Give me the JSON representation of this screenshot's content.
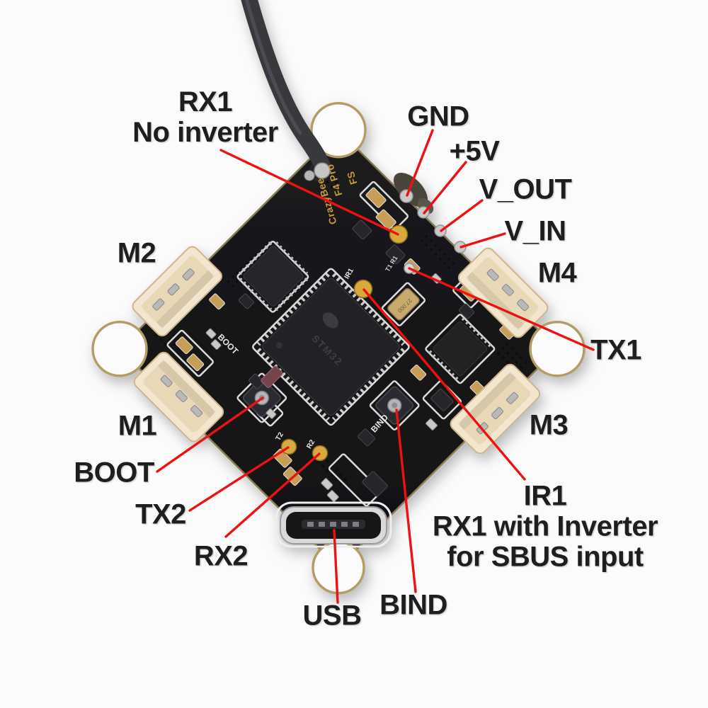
{
  "labels": {
    "rx1_line1": "RX1",
    "rx1_line2": "No inverter",
    "gnd": "GND",
    "plus_5v": "+5V",
    "v_out": "V_OUT",
    "v_in": "V_IN",
    "m1": "M1",
    "m2": "M2",
    "m3": "M3",
    "m4": "M4",
    "tx1": "TX1",
    "boot": "BOOT",
    "tx2": "TX2",
    "rx2": "RX2",
    "ir1_line1": "IR1",
    "ir1_line2": "RX1 with Inverter",
    "ir1_line3": "for SBUS input",
    "usb": "USB",
    "bind": "BIND"
  },
  "silkscreen": {
    "brand_line1": "CrazyBee",
    "brand_line2": "F4 Pro",
    "brand_line3": "FS",
    "boot": "BOOT",
    "bind": "BIND",
    "t2": "T2",
    "r2": "R2",
    "ir1": "IR1",
    "t1r1": "T1 R1",
    "mcu": "STM32",
    "crystal": "27.000"
  },
  "colors": {
    "leader_line": "#ee1111",
    "label_text": "#1e1e1e",
    "board": "#17171a",
    "connector": "#f3e6cf",
    "gold_pad": "#d8a93e",
    "silk_gold": "#c99a33"
  }
}
